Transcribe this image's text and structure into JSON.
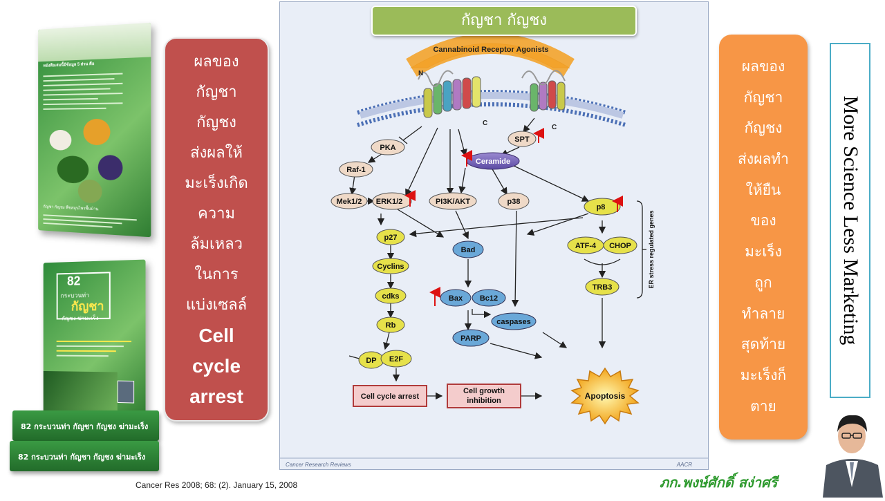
{
  "title": "กัญชา กัญชง",
  "left_panel_lines": [
    "ผลของ",
    "กัญชา",
    "กัญชง",
    "ส่งผลให้",
    "มะเร็งเกิด",
    "ความ",
    "ล้มเหลว",
    "ในการ",
    "แบ่งเซลล์"
  ],
  "left_panel_en": [
    "Cell",
    "cycle",
    "arrest"
  ],
  "right_panel_lines": [
    "ผลของ",
    "กัญชา",
    "กัญชง",
    "ส่งผลทำ",
    "ให้ยืน",
    "ของ",
    "มะเร็ง",
    "ถูก",
    "ทำลาย",
    "สุดท้าย",
    "มะเร็งก็",
    "ตาย"
  ],
  "slogan": "More Science Less Marketing",
  "citation": "Cancer Res 2008; 68: (2). January 15, 2008",
  "author": "ภก.พงษ์ศักดิ์ สง่าศรี",
  "book1": {
    "heading": "หนังสือเล่มนี้มีข้อมูล 5 ส่วน คือ",
    "body": "กัญชา กัญชง พืชสมุนไพรพื้นบ้าน"
  },
  "book2": {
    "number": "82",
    "subtitle": "กระบวนท่า",
    "title": "กัญชา",
    "tagline": "กัญชง ฆ่ามะเร็ง",
    "spine": "82 กระบวนท่า กัญชา กัญชง ฆ่ามะเร็ง"
  },
  "diagram": {
    "header": "Cannabinoid Receptor Agonists",
    "footer_left": "Cancer Research Reviews",
    "footer_right": "AACR",
    "terminal_n": "N",
    "terminal_c1": "C",
    "terminal_c2": "C",
    "side_label": "ER stress regulated genes",
    "nodes": {
      "pka": "PKA",
      "raf1": "Raf-1",
      "mek": "Mek1/2",
      "erk": "ERK1/2",
      "pi3k": "PI3K/AKT",
      "p38": "p38",
      "spt": "SPT",
      "ceramide": "Ceramide",
      "p8": "p8",
      "atf4": "ATF-4",
      "chop": "CHOP",
      "trb3": "TRB3",
      "p27": "p27",
      "cyclins": "Cyclins",
      "cdks": "cdks",
      "rb": "Rb",
      "dp": "DP",
      "e2f": "E2F",
      "bad": "Bad",
      "bax": "Bax",
      "bc12": "Bc12",
      "caspases": "caspases",
      "parp": "PARP",
      "cell_cycle_arrest": "Cell cycle arrest",
      "cell_growth_1": "Cell growth",
      "cell_growth_2": "inhibition",
      "apoptosis": "Apoptosis"
    }
  }
}
